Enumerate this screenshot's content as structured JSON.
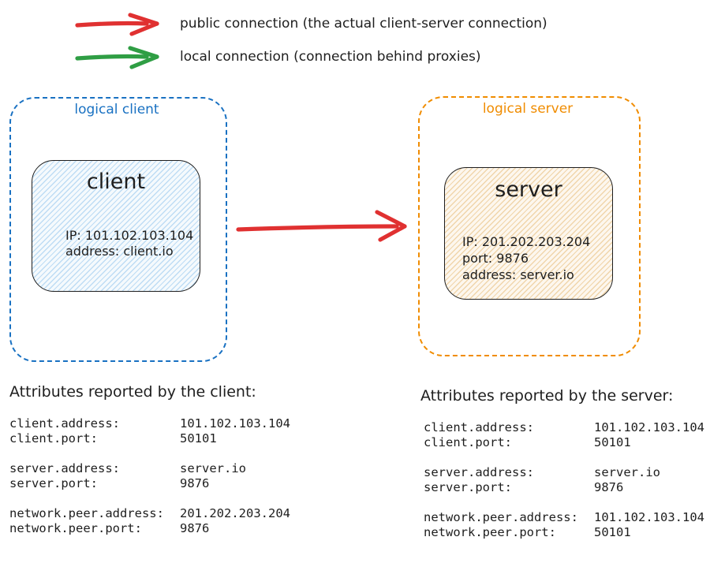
{
  "colors": {
    "red": "#e03131",
    "green": "#2f9e44",
    "blue": "#1971c2",
    "orange": "#f08c00",
    "ink": "#1e1e1e"
  },
  "legend": {
    "items": [
      {
        "icon": "red-arrow",
        "color": "#e03131",
        "label": "public connection (the actual client-server connection)"
      },
      {
        "icon": "green-arrow",
        "color": "#2f9e44",
        "label": "local connection (connection behind proxies)"
      }
    ]
  },
  "diagram": {
    "logical_client": {
      "label": "logical client",
      "color": "#1971c2",
      "node": {
        "title": "client",
        "lines": [
          "IP: 101.102.103.104",
          "address: client.io"
        ]
      }
    },
    "logical_server": {
      "label": "logical server",
      "color": "#f08c00",
      "node": {
        "title": "server",
        "lines": [
          "IP: 201.202.203.204",
          "port: 9876",
          "address: server.io"
        ]
      }
    },
    "connection": {
      "type": "public",
      "color": "#e03131"
    }
  },
  "attributes": {
    "client": {
      "heading": "Attributes reported by the client:",
      "groups": [
        [
          {
            "key": "client.address:",
            "value": "101.102.103.104"
          },
          {
            "key": "client.port:",
            "value": "50101"
          }
        ],
        [
          {
            "key": "server.address:",
            "value": "server.io"
          },
          {
            "key": "server.port:",
            "value": "9876"
          }
        ],
        [
          {
            "key": "network.peer.address:",
            "value": "201.202.203.204"
          },
          {
            "key": "network.peer.port:",
            "value": "9876"
          }
        ]
      ]
    },
    "server": {
      "heading": "Attributes reported by the server:",
      "groups": [
        [
          {
            "key": "client.address:",
            "value": "101.102.103.104"
          },
          {
            "key": "client.port:",
            "value": "50101"
          }
        ],
        [
          {
            "key": "server.address:",
            "value": "server.io"
          },
          {
            "key": "server.port:",
            "value": "9876"
          }
        ],
        [
          {
            "key": "network.peer.address:",
            "value": "101.102.103.104"
          },
          {
            "key": "network.peer.port:",
            "value": "50101"
          }
        ]
      ]
    }
  }
}
